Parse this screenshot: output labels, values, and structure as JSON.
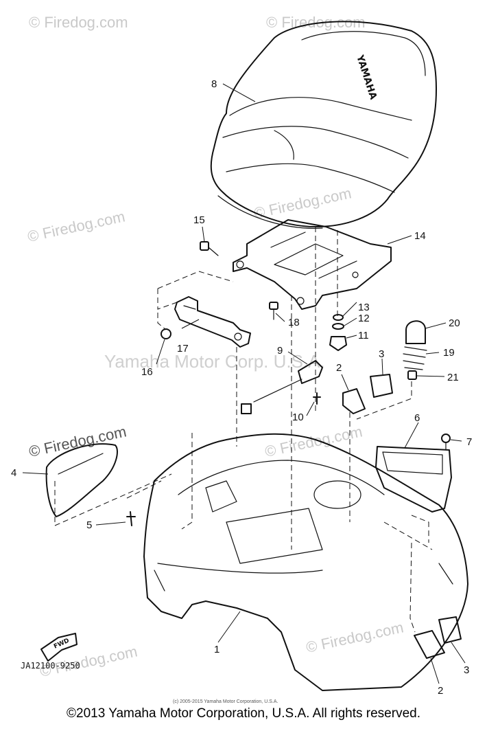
{
  "watermarks": {
    "site": "© Firedog.com",
    "center": "Yamaha Motor Corp. U.S.A."
  },
  "seat_brand": "YAMAHA",
  "fwd_label": "FWD",
  "diagram_code": "JA12100-9250",
  "small_copyright": "(c) 2005-2015 Yamaha Motor Corporation, U.S.A.",
  "footer": "©2013 Yamaha Motor Corporation, U.S.A. All rights reserved.",
  "callouts": [
    "1",
    "2",
    "2",
    "3",
    "3",
    "4",
    "5",
    "6",
    "7",
    "8",
    "9",
    "10",
    "11",
    "12",
    "13",
    "14",
    "15",
    "16",
    "17",
    "18",
    "19",
    "20",
    "21"
  ]
}
